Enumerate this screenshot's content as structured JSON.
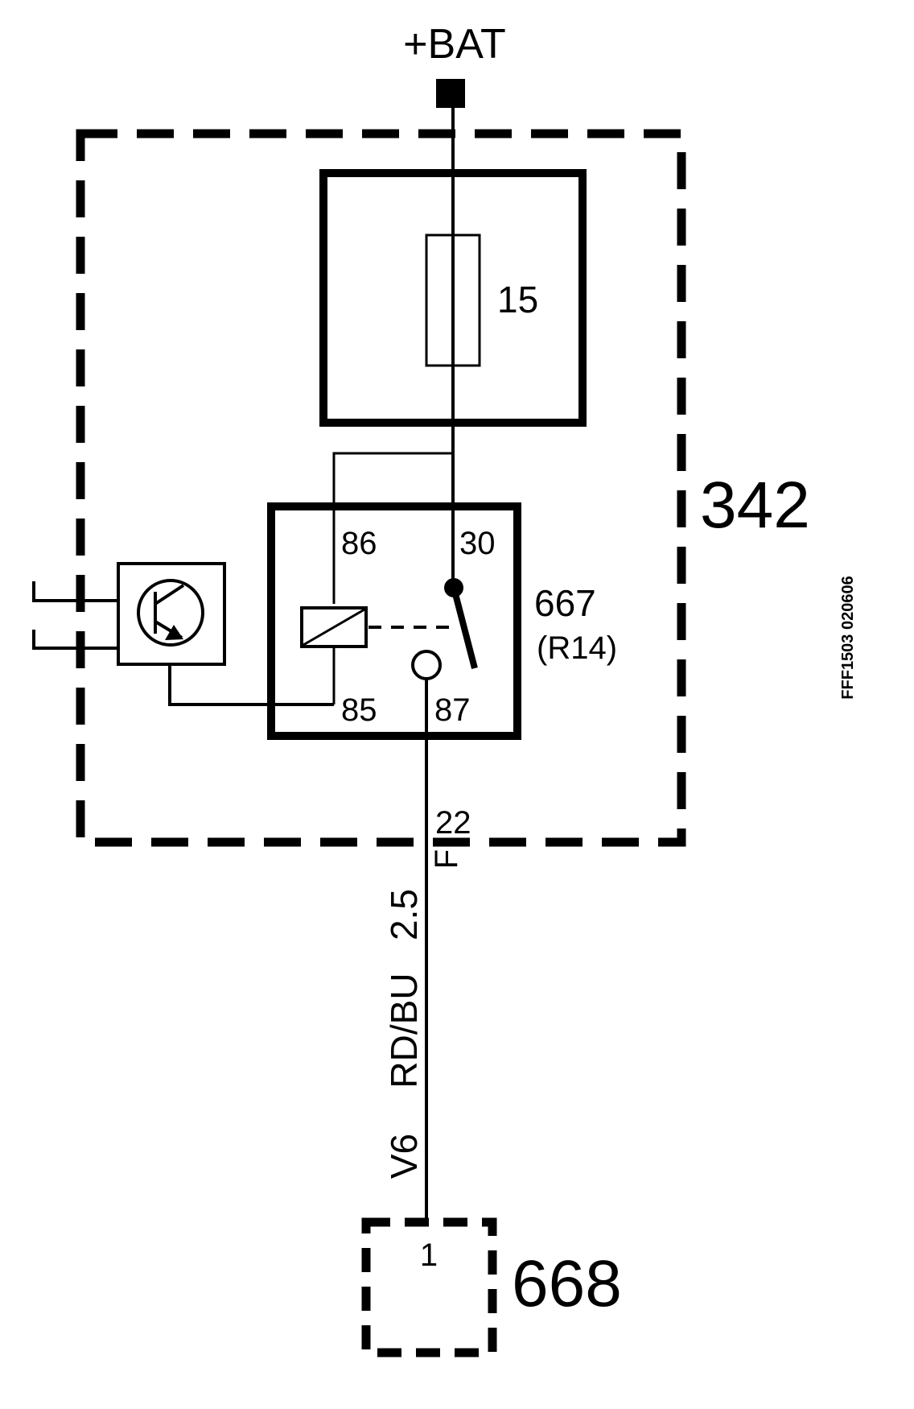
{
  "supply": {
    "label": "+BAT"
  },
  "fuse": {
    "number": "15"
  },
  "modules": {
    "power_distribution": "342",
    "relay": "667",
    "relay_ref": "(R14)",
    "load": "668"
  },
  "relay_pins": {
    "p86": "86",
    "p30": "30",
    "p85": "85",
    "p87": "87"
  },
  "connector": {
    "pin": "22",
    "code": "F"
  },
  "wire": {
    "id": "V6",
    "color": "RD/BU",
    "gauge": "2.5"
  },
  "load_pin": "1",
  "figure_code": "FFF1503 020606",
  "colors": {
    "line": "#000000",
    "background": "#ffffff"
  }
}
